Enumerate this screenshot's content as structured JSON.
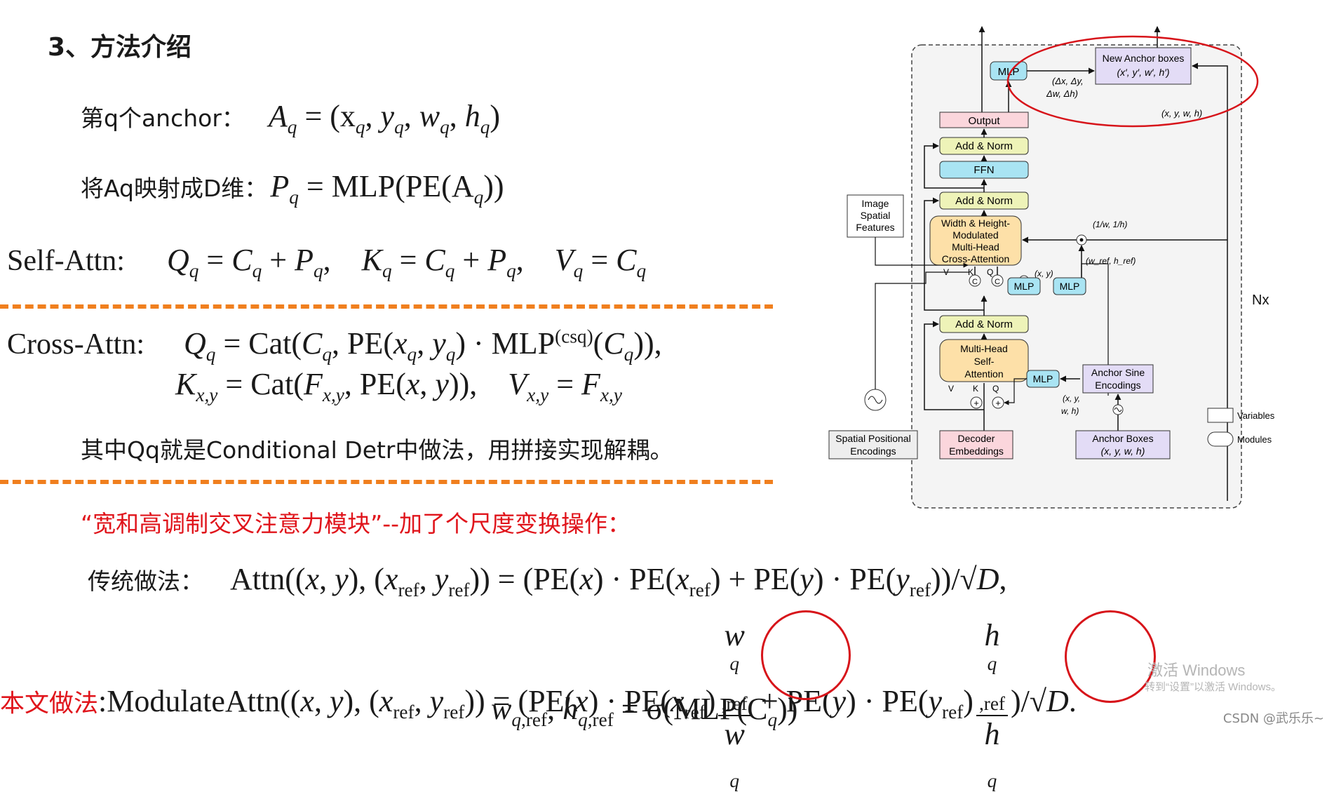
{
  "slide": {
    "title": "3、方法介绍",
    "anchor_label": "第q个anchor：",
    "map_label": "将Aq映射成D维：",
    "self_attn_label": "Self-Attn:",
    "cross_attn_label": "Cross-Attn:",
    "qq_note": "其中Qq就是Conditional Detr中做法，用拼接实现解耦。",
    "modulated_note": "“宽和高调制交叉注意力模块”--加了个尺度变换操作：",
    "traditional_label": "传统做法：",
    "ours_label": "本文做法",
    "eq_anchor_lhs": "A",
    "eq_anchor_rhs": " = (x",
    "eq_pq": "P",
    "eq_mlp": " = MLP(PE(A",
    "eq_sigma": "= σ(MLP(C",
    "watermark_line1": "激活 Windows",
    "watermark_line2": "转到“设置”以激活 Windows。",
    "credit": "CSDN @武乐乐~"
  },
  "diagram": {
    "nx_label": "Nx",
    "output": "Output",
    "add_norm": "Add & Norm",
    "ffn": "FFN",
    "cross_attn_lines": [
      "Width & Height-",
      "Modulated",
      "Multi-Head",
      "Cross-Attention"
    ],
    "self_attn_lines": [
      "Multi-Head",
      "Self-",
      "Attention"
    ],
    "mlp": "MLP",
    "new_anchor_line1": "New Anchor boxes",
    "new_anchor_line2": "(x′, y′, w′, h′)",
    "delta_line1": "(Δx, Δy,",
    "delta_line2": "Δw, Δh)",
    "xywh": "(x, y, w, h)",
    "image_lines": [
      "Image",
      "Spatial",
      "Features"
    ],
    "spatial_pos_lines": [
      "Spatial Positional",
      "Encodings"
    ],
    "decoder_lines": [
      "Decoder",
      "Embeddings"
    ],
    "anchor_boxes_lines": [
      "Anchor Boxes",
      "(x, y, w, h)"
    ],
    "anchor_sine_lines": [
      "Anchor Sine",
      "Encodings"
    ],
    "inv_wh": "(1/w, 1/h)",
    "wref_href": "(w_ref, h_ref)",
    "xy": "(x, y)",
    "xywh_small_1": "(x, y,",
    "xywh_small_2": "w, h)",
    "vkq": [
      "V",
      "K",
      "Q"
    ],
    "legend_variables": "Variables",
    "legend_modules": "Modules",
    "colors": {
      "pink": "#fbd6dc",
      "yellow_green": "#eef3b8",
      "cyan": "#a9e4f3",
      "orange": "#fde0a8",
      "lavender": "#e3dcf6",
      "red_circle": "#d7141a"
    }
  }
}
